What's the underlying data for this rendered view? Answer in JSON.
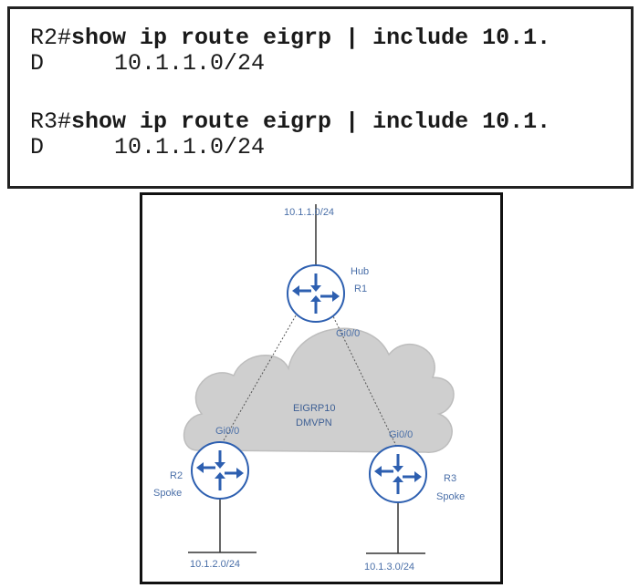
{
  "cli": {
    "r2": {
      "prompt": "R2#",
      "command": "show ip route eigrp | include 10.1.",
      "route_code": "D",
      "route": "10.1.1.0/24"
    },
    "r3": {
      "prompt": "R3#",
      "command": "show ip route eigrp | include 10.1.",
      "route_code": "D",
      "route": "10.1.1.0/24"
    }
  },
  "diagram": {
    "hub": {
      "role": "Hub",
      "name": "R1",
      "interface": "Gi0/0",
      "network": "10.1.1.0/24"
    },
    "spoke_r2": {
      "name": "R2",
      "role": "Spoke",
      "interface": "Gi0/0",
      "network": "10.1.2.0/24"
    },
    "spoke_r3": {
      "name": "R3",
      "role": "Spoke",
      "interface": "Gi0/0",
      "network": "10.1.3.0/24"
    },
    "cloud": {
      "line1": "EIGRP10",
      "line2": "DMVPN"
    },
    "colors": {
      "router_fill": "#ffffff",
      "router_arrows": "#2d5fb0",
      "cloud": "#cfcfcf",
      "label": "#4a6fa8"
    }
  }
}
